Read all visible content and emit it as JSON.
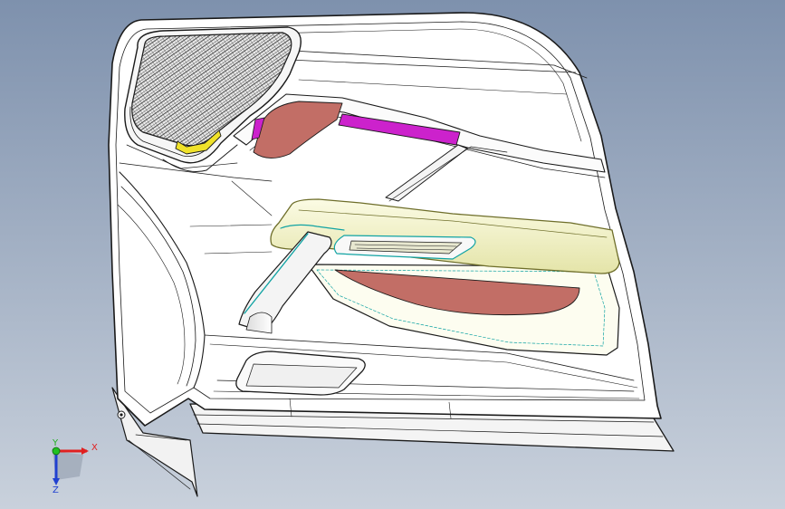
{
  "app": {
    "view": "cad-3d-viewport",
    "background_top": "#7e91ad",
    "background_bottom": "#c9d1dc"
  },
  "model": {
    "part": "door-trim-panel",
    "colors": {
      "panel_fill": "#ffffff",
      "edge": "#1a1a1a",
      "armrest_fill": "#f2f2c8",
      "armrest_edge": "#6e6e2a",
      "pocket_surface": "#c26e66",
      "insert_strip": "#cc22cc",
      "speaker_trim": "#f0e22a",
      "highlight_edge": "#11a3a3",
      "grille_fill": "#e9e9e9"
    }
  },
  "triad": {
    "x_label": "X",
    "y_label": "Y",
    "z_label": "Z",
    "x_color": "#e02020",
    "y_color": "#20b020",
    "z_color": "#2040d0",
    "origin_color": "#20c020"
  }
}
